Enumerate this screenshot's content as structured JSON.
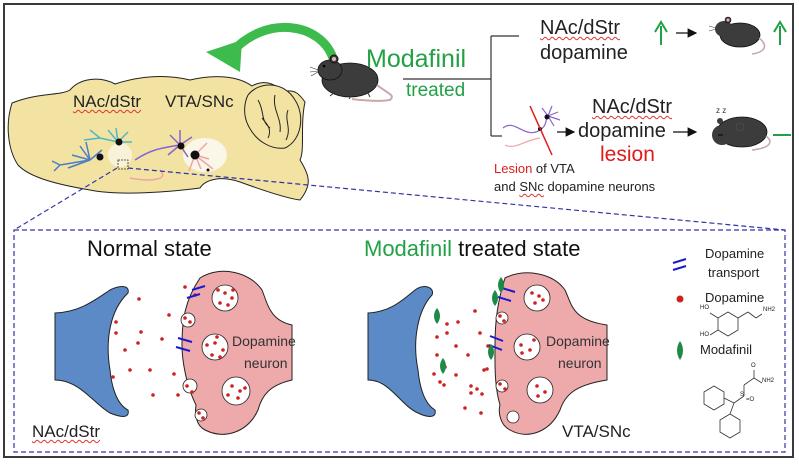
{
  "brain": {
    "label_left": "NAc/dStr",
    "label_right": "VTA/SNc"
  },
  "treatment": {
    "drug": "Modafinil",
    "treated": "treated"
  },
  "branch_top": {
    "line1": "NAc/dStr",
    "line2": "dopamine",
    "effect_symbol": "↑",
    "outcome_symbol": "↑",
    "outcome": "awake mouse"
  },
  "branch_bottom": {
    "line1": "NAc/dStr",
    "line2": "dopamine",
    "line3": "lesion",
    "caption_red": "Lesion",
    "caption_rest1": " of VTA",
    "caption_line2_pre": "and ",
    "caption_line2_snc": "SNc",
    "caption_line2_post": " dopamine neurons",
    "outcome_symbol": "—",
    "outcome": "sleeping mouse",
    "sleep_text": "z z"
  },
  "panels": {
    "normal_title": "Normal state",
    "treated_title_green": "Modafinil",
    "treated_title_rest": " treated state",
    "neuron_label_1": "Dopamine",
    "neuron_label_2": "neuron",
    "left_region": "NAc/dStr",
    "right_region": "VTA/SNc"
  },
  "legend": {
    "items": [
      {
        "icon": "dopamine-transporter-icon",
        "label1": "Dopamine",
        "label2": "transport"
      },
      {
        "icon": "dopamine-dot-icon",
        "label1": "Dopamine"
      },
      {
        "icon": "modafinil-leaf-icon",
        "label1": "Modafinil"
      }
    ],
    "dopamine_formula_labels": {
      "ho1": "HO",
      "ho2": "HO",
      "nh2": "NH2"
    },
    "modafinil_formula_labels": {
      "o": "O",
      "nh2": "NH2",
      "s": "S",
      "so": "=O"
    }
  },
  "colors": {
    "green": "#22a045",
    "red": "#e01b1b",
    "brain": "#f2e3a3",
    "neuron_pink": "#eea9ab",
    "postsynaptic_blue": "#5b8ac7",
    "transporter_blue": "#1a1acc",
    "dopamine_dot": "#cc2222",
    "dashed_border": "#3333aa"
  }
}
